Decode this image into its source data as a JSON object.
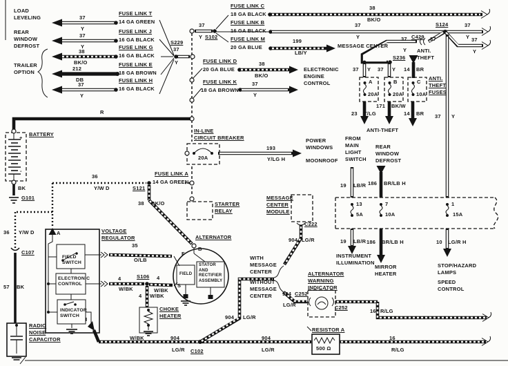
{
  "top_left": {
    "dest_load_leveling": "LOAD\nLEVELING",
    "dest_rear_defrost": "REAR\nWINDOW\nDEFROST",
    "dest_trailer": "TRAILER\nOPTION",
    "rows": [
      {
        "num": "37",
        "color": "Y",
        "link": "FUSE LINK T",
        "gauge": "14 GA GREEN"
      },
      {
        "num": "37",
        "color": "Y",
        "link": "FUSE LINK J",
        "gauge": "16 GA BLACK"
      },
      {
        "num": "38",
        "color": "BK/O",
        "link": "FUSE LINK G",
        "gauge": "16 GA BLACK"
      },
      {
        "num": "212",
        "color": "DB",
        "link": "FUSE LINK E",
        "gauge": "18 GA BROWN"
      },
      {
        "num": "37",
        "color": "Y",
        "link": "FUSE LINK H",
        "gauge": "16 GA BLACK"
      }
    ]
  },
  "top_center": {
    "s229": "S229",
    "s229_num": "37",
    "s229_color": "Y",
    "s102": "S102",
    "s102_num": "37",
    "s102_color": "Y",
    "link_c": "FUSE LINK C",
    "gauge_c": "18 GA BLACK",
    "c_num": "38",
    "c_color": "BK/O",
    "link_b": "FUSE LINK B",
    "gauge_b": "16 GA BLACK",
    "b_num": "37",
    "b_color": "Y",
    "s124": "S124",
    "b_num2": "37",
    "b_color2": "Y",
    "b_num3": "37",
    "b_color3": "Y",
    "link_m": "FUSE LINK M",
    "gauge_m": "20 GA BLUE",
    "m_num": "199",
    "m_color": "LB/Y",
    "m_dest": "MESSAGE CENTER",
    "link_d": "FUSE LINK D",
    "gauge_d": "20 GA BLUE",
    "d_num": "38",
    "d_color": "BK/O",
    "eec_dest": "ELECTRONIC\nENGINE\nCONTROL",
    "link_k": "FUSE LINK K",
    "gauge_k": "18 GA BROWN",
    "k_num": "37",
    "k_color": "Y"
  },
  "anti_theft": {
    "c429": "C429",
    "c429_num_l": "37",
    "c429_col_l": "Y",
    "c429_num_r": "37",
    "from": "ANTI.\nTHEFT",
    "feed_num": "14",
    "feed_color": "BR",
    "s236": "S236",
    "a_num": "37",
    "a_color": "Y",
    "b_num": "37",
    "b_color": "Y",
    "fuses_label": "ANTI.\nTHEFT\nFUSES",
    "fuse_a": "A",
    "fuse_a_amp": "20A",
    "fuse_b": "B",
    "fuse_b_amp": "20A",
    "fuse_c": "C",
    "fuse_c_amp": "10A",
    "out_a_num": "23",
    "out_a_color": "T/LG",
    "out_b_num": "171",
    "out_b_color": "BK/W",
    "out_c_num": "14",
    "out_c_color": "BR",
    "dest": "ANTI-THEFT",
    "drop_num": "37",
    "drop_color": "Y"
  },
  "battery_area": {
    "r": "R",
    "battery": "BATTERY",
    "plus": "+",
    "minus": "-",
    "bk": "BK",
    "g101": "G101",
    "w36_num": "36",
    "w36_color": "Y/W D",
    "w36v_num": "36",
    "w36v_color": "Y/W D",
    "c107": "C107",
    "w57_num": "57",
    "w57_color": "BK",
    "capacitor": "RADIO\nNOISE\nCAPACITOR"
  },
  "center": {
    "breaker": "IN-LINE\nCIRCUIT BREAKER",
    "breaker_amp": "20A",
    "w193_num": "193",
    "w193_color": "Y/LG H",
    "power_windows": "POWER\nWINDOWS",
    "moonroof": "MOONROOF",
    "link_a": "FUSE LINK A",
    "gauge_a": "14 GA GREEN",
    "s121": "S121",
    "w38_num": "38",
    "w38_color": "BK/O",
    "starter_relay": "STARTER\nRELAY"
  },
  "regulator": {
    "title": "VOLTAGE\nREGULATOR",
    "a": "A",
    "i": "I",
    "field_switch": "FIELD\nSWITCH",
    "electronic_control": "ELECTRONIC\nCONTROL",
    "indicator_switch": "INDICATOR\nSWITCH",
    "w35_num": "35",
    "w35_color": "O/LB",
    "w4_num": "4",
    "w4_color": "W/BK"
  },
  "alternator": {
    "title": "ALTERNATOR",
    "b": "B",
    "f": "F",
    "s": "S",
    "field": "FIELD",
    "stator": "STATOR\nAND\nRECTIFIER\nASSEMBLY",
    "s106": "S106",
    "w4a_num": "4",
    "w4a_color": "W/BK",
    "w4b_num": "4",
    "w4b_color": "W/BK",
    "choke": "CHOKE\nHEATER"
  },
  "bottom": {
    "wbk": "W/BK",
    "w904a_num": "904",
    "w904a_color": "LG/R",
    "c102": "C102",
    "w904b_num": "904",
    "w904b_color": "LG/R",
    "resistor": "RESISTOR A",
    "resistor_val": "500 Ω",
    "w16b_num": "16",
    "w16b_color": "R/LG",
    "w904v_num": "904",
    "w904v_color": "LG/R"
  },
  "message_center": {
    "module": "MESSAGE\nCENTER\nMODULE",
    "c222": "C222",
    "w904_num": "904",
    "w904_color": "LG/R",
    "with": "WITH\nMESSAGE\nCENTER",
    "without": "WITHOUT\nMESSAGE\nCENTER",
    "w904w_num": "904",
    "w904w_c252": "C252",
    "w904w_color": "LG/R",
    "indicator": "ALTERNATOR\nWARNING\nINDICATOR",
    "c252": "C252",
    "w16_num": "16",
    "w16_color": "R/LG"
  },
  "fuse_panel": {
    "from_main": "FROM\nMAIN\nLIGHT\nSWITCH",
    "rear_defrost": "REAR\nWINDOW\nDEFROST",
    "in19_num": "19",
    "in19_color": "LB/R",
    "in186_num": "186",
    "in186_color": "BR/LB H",
    "f13": "13",
    "f13_amp": "5A",
    "f7": "7",
    "f7_amp": "10A",
    "f1": "1",
    "f1_amp": "15A",
    "out19_num": "19",
    "out19_color": "LB/R",
    "out186_num": "186",
    "out186_color": "BR/LB H",
    "out10_num": "10",
    "out10_color": "LG/R H",
    "instrument": "INSTRUMENT\nILLUMINATION",
    "mirror": "MIRROR\nHEATER",
    "stop": "STOP/HAZARD\nLAMPS",
    "speed": "SPEED\nCONTROL"
  }
}
